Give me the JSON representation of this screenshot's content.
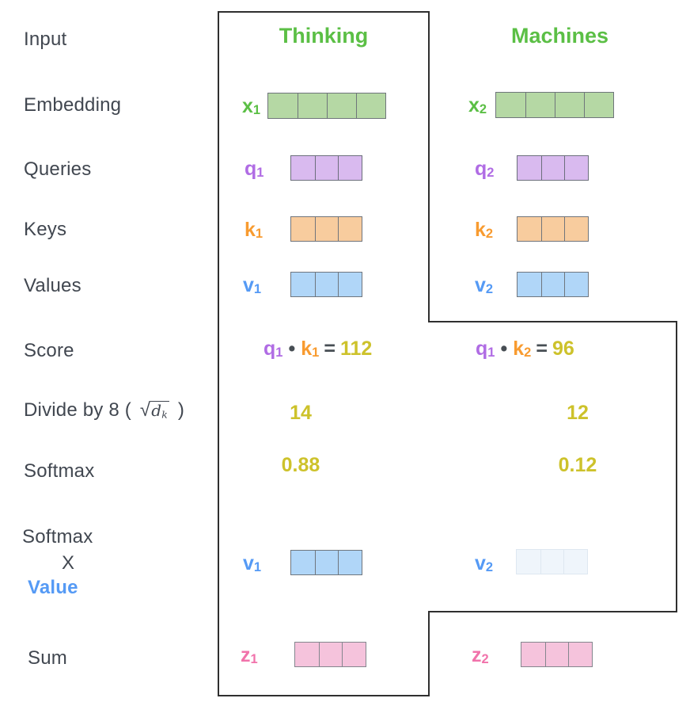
{
  "diagram_title": "self-attention-calculation",
  "colors": {
    "green_text": "#5bbf45",
    "green_fill": "#b5d8a4",
    "purple_text": "#b06ce4",
    "purple_fill": "#d9baef",
    "orange_text": "#f89b30",
    "orange_fill": "#f8cc9e",
    "blue_text": "#559af5",
    "blue_fill": "#b0d6f8",
    "faded_blue_fill": "#eff5fb",
    "pink_text": "#f173ab",
    "pink_fill": "#f5c3dc",
    "yellow_text": "#cdc22b",
    "dark_text": "#414750",
    "outline": "#2f2f2f"
  },
  "left_labels": {
    "input": "Input",
    "embedding": "Embedding",
    "queries": "Queries",
    "keys": "Keys",
    "values": "Values",
    "score": "Score",
    "divide_prefix": "Divide by 8 (",
    "divide_sqrt": "√",
    "divide_arg": "d",
    "divide_sub": "k",
    "divide_suffix": ")",
    "softmax": "Softmax",
    "softmax_x_line1": "Softmax",
    "softmax_x_line2": "X",
    "softmax_x_line3": "Value",
    "sum": "Sum"
  },
  "vector_cells": {
    "embedding": 4,
    "query_key_value": 3,
    "sum": 3
  },
  "columns": [
    {
      "header": "Thinking",
      "embedding": {
        "base": "x",
        "sub": "1"
      },
      "query": {
        "base": "q",
        "sub": "1"
      },
      "key": {
        "base": "k",
        "sub": "1"
      },
      "value": {
        "base": "v",
        "sub": "1"
      },
      "score": {
        "q": "q",
        "q_sub": "1",
        "dot": "•",
        "k": "k",
        "k_sub": "1",
        "eq": "=",
        "result": "112"
      },
      "divided": "14",
      "softmax": "0.88",
      "softmax_value": {
        "base": "v",
        "sub": "1"
      },
      "sum": {
        "base": "z",
        "sub": "1"
      }
    },
    {
      "header": "Machines",
      "embedding": {
        "base": "x",
        "sub": "2"
      },
      "query": {
        "base": "q",
        "sub": "2"
      },
      "key": {
        "base": "k",
        "sub": "2"
      },
      "value": {
        "base": "v",
        "sub": "2"
      },
      "score": {
        "q": "q",
        "q_sub": "1",
        "dot": "•",
        "k": "k",
        "k_sub": "2",
        "eq": "=",
        "result": "96"
      },
      "divided": "12",
      "softmax": "0.12",
      "softmax_value": {
        "base": "v",
        "sub": "2"
      },
      "sum": {
        "base": "z",
        "sub": "2"
      }
    }
  ]
}
